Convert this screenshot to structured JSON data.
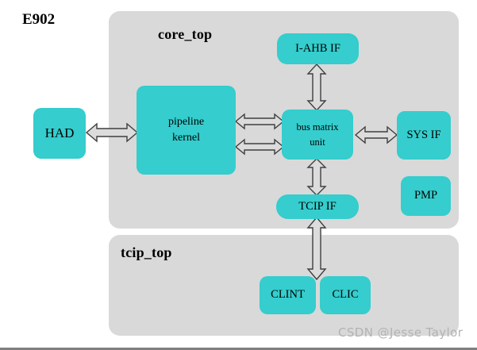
{
  "diagram": {
    "title": "E902",
    "watermark": "CSDN @Jesse Taylor",
    "colors": {
      "node_fill": "#35cdcd",
      "panel_fill": "#d9d9d9",
      "arrow_stroke": "#3f3f3f",
      "arrow_fill": "#d9d9d9",
      "background": "#ffffff",
      "watermark_text": "#b3b3b3"
    }
  },
  "panels": [
    {
      "id": "core_top",
      "label": "core_top"
    },
    {
      "id": "tcip_top",
      "label": "tcip_top"
    }
  ],
  "nodes": [
    {
      "id": "had",
      "label": "HAD",
      "lines": [
        "HAD"
      ]
    },
    {
      "id": "pipeline_kernel",
      "label": "pipeline kernel",
      "lines": [
        "pipeline",
        "kernel"
      ]
    },
    {
      "id": "bus_matrix_unit",
      "label": "bus matrix unit",
      "lines": [
        "bus matrix",
        "unit"
      ]
    },
    {
      "id": "i_ahb_if",
      "label": "I-AHB IF",
      "lines": [
        "I-AHB IF"
      ]
    },
    {
      "id": "sys_if",
      "label": "SYS IF",
      "lines": [
        "SYS IF"
      ]
    },
    {
      "id": "pmp",
      "label": "PMP",
      "lines": [
        "PMP"
      ]
    },
    {
      "id": "tcip_if",
      "label": "TCIP IF",
      "lines": [
        "TCIP IF"
      ]
    },
    {
      "id": "clint",
      "label": "CLINT",
      "lines": [
        "CLINT"
      ]
    },
    {
      "id": "clic",
      "label": "CLIC",
      "lines": [
        "CLIC"
      ]
    }
  ],
  "connections": [
    {
      "id": "had-pipeline",
      "from": "had",
      "to": "pipeline_kernel",
      "type": "bidirectional",
      "orientation": "horizontal"
    },
    {
      "id": "pipeline-bus-upper",
      "from": "pipeline_kernel",
      "to": "bus_matrix_unit",
      "type": "bidirectional",
      "orientation": "horizontal"
    },
    {
      "id": "pipeline-bus-lower",
      "from": "pipeline_kernel",
      "to": "bus_matrix_unit",
      "type": "bidirectional",
      "orientation": "horizontal"
    },
    {
      "id": "bus-iahb",
      "from": "bus_matrix_unit",
      "to": "i_ahb_if",
      "type": "bidirectional",
      "orientation": "vertical"
    },
    {
      "id": "bus-sys",
      "from": "bus_matrix_unit",
      "to": "sys_if",
      "type": "bidirectional",
      "orientation": "horizontal"
    },
    {
      "id": "bus-tcip",
      "from": "bus_matrix_unit",
      "to": "tcip_if",
      "type": "bidirectional",
      "orientation": "vertical"
    },
    {
      "id": "tcip-clint",
      "from": "tcip_if",
      "to": "clint",
      "type": "bidirectional",
      "orientation": "vertical"
    }
  ]
}
